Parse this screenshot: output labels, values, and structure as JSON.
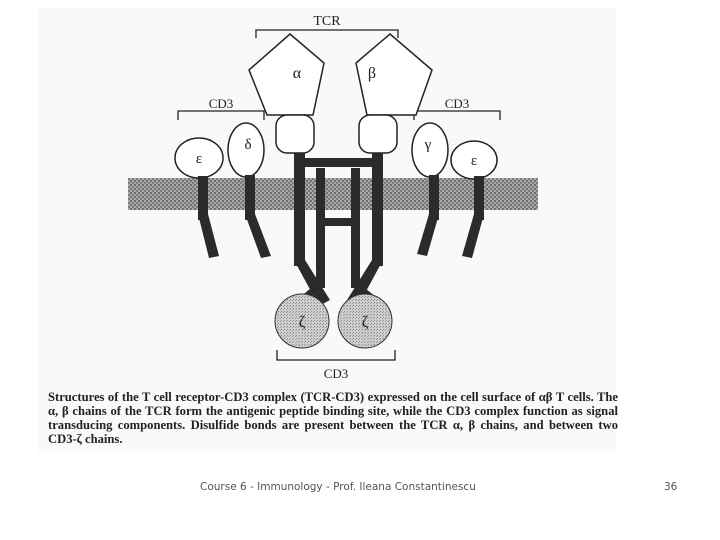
{
  "diagram": {
    "labels": {
      "tcr": "TCR",
      "cd3_left": "CD3",
      "cd3_right": "CD3",
      "cd3_bottom": "CD3",
      "alpha": "α",
      "beta": "β",
      "epsilon_left": "ε",
      "delta": "δ",
      "gamma": "γ",
      "epsilon_right": "ε",
      "zeta_left": "ζ",
      "zeta_right": "ζ"
    },
    "caption": "Structures of the T cell receptor-CD3 complex (TCR-CD3) expressed on the cell surface of αβ T cells. The α, β chains of the TCR form the antigenic peptide binding site, while the CD3 complex function as signal transducing components. Disulfide bonds are present between the TCR α, β chains, and between two CD3-ζ chains."
  },
  "footer": {
    "text": "Course 6 - Immunology - Prof. Ileana Constantinescu",
    "page_number": "36"
  }
}
